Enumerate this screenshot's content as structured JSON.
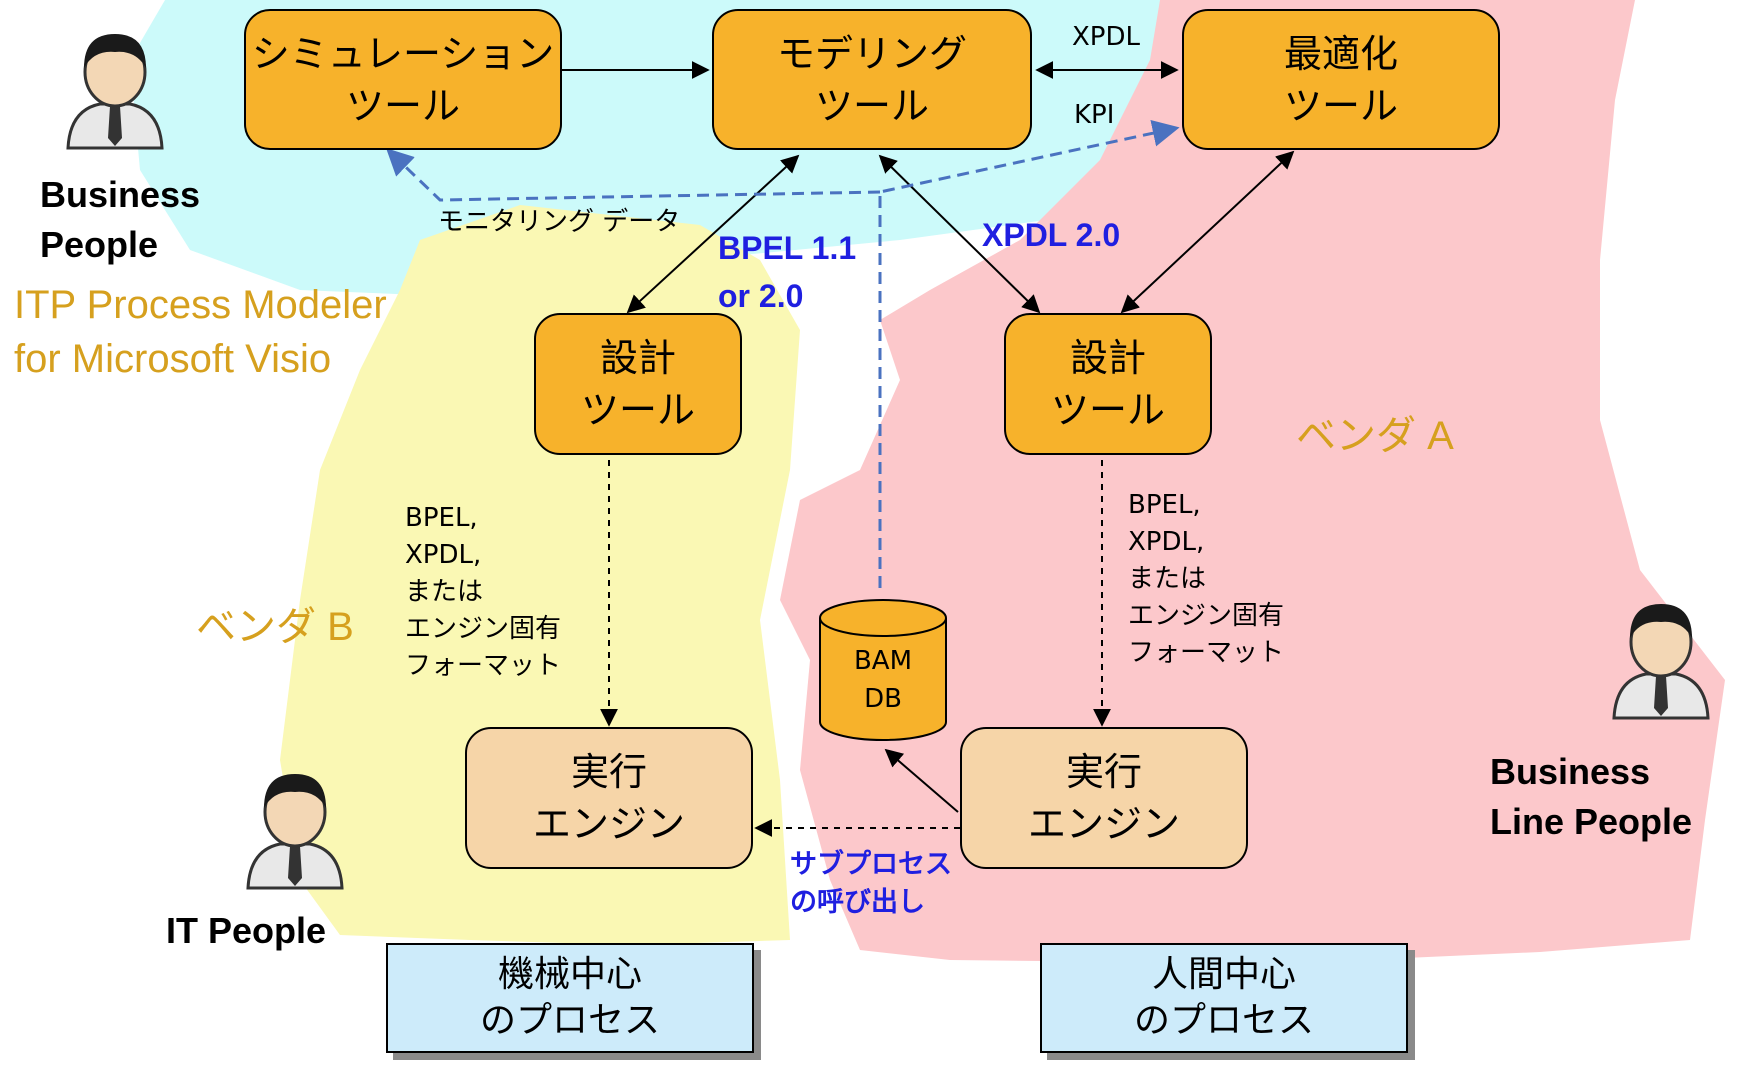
{
  "tools": {
    "simulation": [
      "シミュレーション",
      "ツール"
    ],
    "modeling": [
      "モデリング",
      "ツール"
    ],
    "optimization": [
      "最適化",
      "ツール"
    ],
    "design_b": [
      "設計",
      "ツール"
    ],
    "design_a": [
      "設計",
      "ツール"
    ]
  },
  "engines": {
    "engine_b": [
      "実行",
      "エンジン"
    ],
    "engine_a": [
      "実行",
      "エンジン"
    ]
  },
  "database": [
    "BAM",
    "DB"
  ],
  "processes": {
    "machine": [
      "機械中心",
      "のプロセス"
    ],
    "human": [
      "人間中心",
      "のプロセス"
    ]
  },
  "labels": {
    "xpdl": "XPDL",
    "kpi": "KPI",
    "monitoring": "モニタリング データ",
    "bpel_versions": [
      "BPEL 1.1",
      "or 2.0"
    ],
    "xpdl_version": "XPDL 2.0",
    "formats_b": [
      "BPEL,",
      "XPDL,",
      "または",
      "エンジン固有",
      "フォーマット"
    ],
    "formats_a": [
      "BPEL,",
      "XPDL,",
      "または",
      "エンジン固有",
      "フォーマット"
    ],
    "subprocess": [
      "サブプロセス",
      "の呼び出し"
    ]
  },
  "vendors": {
    "vendor_b": "ベンダ B",
    "vendor_a": "ベンダ A"
  },
  "itp": [
    "ITP Process Modeler",
    "for Microsoft Visio"
  ],
  "people": {
    "business": [
      "Business",
      "People"
    ],
    "it": "IT People",
    "business_line": [
      "Business",
      "Line People"
    ]
  },
  "colors": {
    "tool": "#F7B22B",
    "engine": "#F6D5A8",
    "process": "#CDEBFA",
    "cyan_region": "#CCFAFA",
    "yellow_region": "#FAF8B4",
    "pink_region": "#FCC8CB",
    "accent_blue": "#1F1FE0",
    "dashed_blue": "#4A72C0",
    "vendor_text": "#D6A01E"
  }
}
